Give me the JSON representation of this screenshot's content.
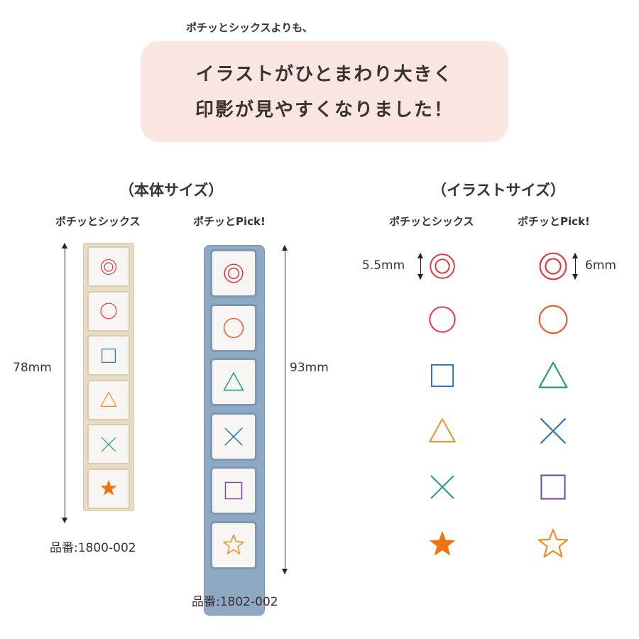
{
  "header": {
    "intro": "ポチッとシックスよりも、",
    "headline_line1": "イラストがひとまわり大きく",
    "headline_line2": "印影が見やすくなりました！"
  },
  "body_size": {
    "title": "（本体サイズ）",
    "product1": {
      "name": "ポチッとシックス",
      "height": "78mm",
      "code": "品番:1800-002",
      "stamps": [
        {
          "shape": "double-circle",
          "color": "#e0303a"
        },
        {
          "shape": "circle",
          "color": "#e0303a"
        },
        {
          "shape": "square",
          "color": "#2a72b8"
        },
        {
          "shape": "triangle",
          "color": "#ec8a1f"
        },
        {
          "shape": "cross",
          "color": "#1e9a6a"
        },
        {
          "shape": "star-filled",
          "color": "#ee7410"
        }
      ]
    },
    "product2": {
      "name": "ポチッとPick!",
      "height": "93mm",
      "code": "品番:1802-002",
      "stamps": [
        {
          "shape": "double-circle",
          "color": "#e0303a"
        },
        {
          "shape": "circle",
          "color": "#e8562c"
        },
        {
          "shape": "triangle",
          "color": "#1e9a6a"
        },
        {
          "shape": "cross",
          "color": "#2a72b8"
        },
        {
          "shape": "square",
          "color": "#7a4aa0"
        },
        {
          "shape": "star-outline",
          "color": "#ee8a20"
        }
      ]
    }
  },
  "illust_size": {
    "title": "（イラストサイズ）",
    "product1": {
      "name": "ポチッとシックス",
      "size": "5.5mm",
      "shapes": [
        {
          "shape": "double-circle",
          "color": "#e0303a"
        },
        {
          "shape": "circle",
          "color": "#e0303a"
        },
        {
          "shape": "square",
          "color": "#2a72b8"
        },
        {
          "shape": "triangle",
          "color": "#ec8a1f"
        },
        {
          "shape": "cross",
          "color": "#1e9a6a"
        },
        {
          "shape": "star-filled",
          "color": "#ee7410"
        }
      ]
    },
    "product2": {
      "name": "ポチッとPick!",
      "size": "6mm",
      "shapes": [
        {
          "shape": "double-circle",
          "color": "#e0303a"
        },
        {
          "shape": "circle",
          "color": "#e8562c"
        },
        {
          "shape": "triangle",
          "color": "#1e9a6a"
        },
        {
          "shape": "cross",
          "color": "#2a72b8"
        },
        {
          "shape": "square",
          "color": "#7a4aa0"
        },
        {
          "shape": "star-outline",
          "color": "#ee8a20"
        }
      ]
    }
  }
}
